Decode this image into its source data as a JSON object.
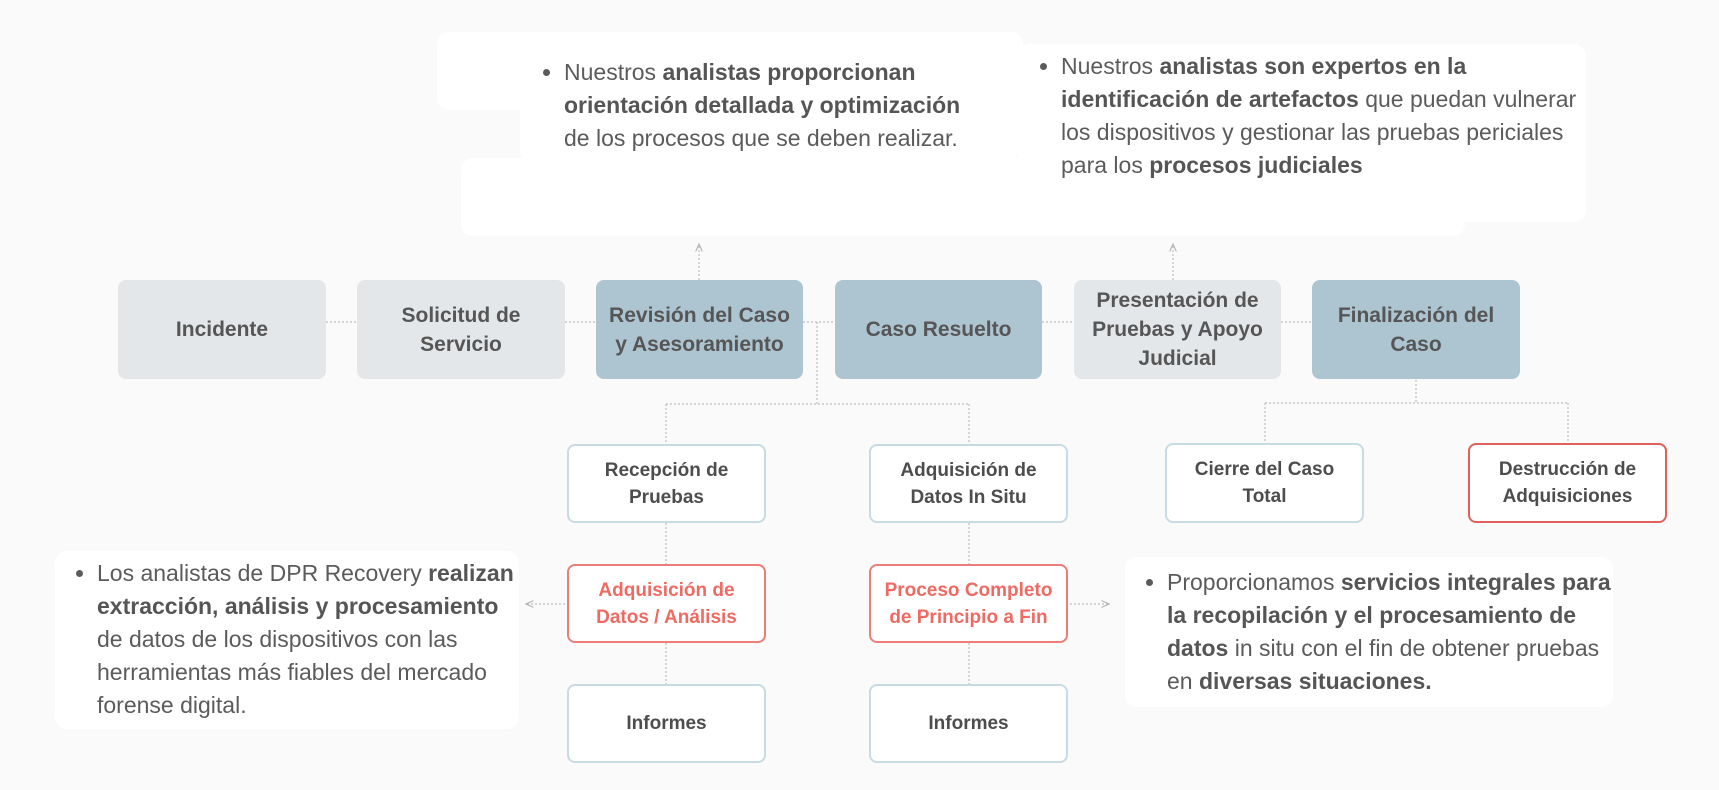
{
  "steps": [
    {
      "label": "Incidente",
      "style": "grey"
    },
    {
      "label": "Solicitud de Servicio",
      "style": "grey"
    },
    {
      "label": "Revisión del Caso y Asesoramiento",
      "style": "blue"
    },
    {
      "label": "Caso Resuelto",
      "style": "blue"
    },
    {
      "label": "Presentación de Pruebas y Apoyo Judicial",
      "style": "grey"
    },
    {
      "label": "Finalización del Caso",
      "style": "blue"
    }
  ],
  "sub_nodes": {
    "recepcion": "Recepción de Pruebas",
    "adquisicion_analisis": "Adquisición de Datos / Análisis",
    "informes_1": "Informes",
    "adquisicion_in_situ": "Adquisición de Datos In Situ",
    "proceso_completo": "Proceso Completo de Principio a Fin",
    "informes_2": "Informes",
    "cierre": "Cierre del Caso Total",
    "destruccion": "Destrucción de Adquisiciones"
  },
  "notes": {
    "top_left": {
      "t1": "Nuestros ",
      "b1": "analistas proporcionan orientación detallada y optimización",
      "t2": " de los procesos que se deben realizar."
    },
    "top_right": {
      "t1": "Nuestros ",
      "b1": "analistas son expertos en la identificación de artefactos",
      "t2": " que puedan vulnerar los dispositivos y gestionar las pruebas periciales para los ",
      "b2": "procesos judiciales"
    },
    "bottom_left": {
      "t1": "Los analistas de DPR Recovery ",
      "b1": "realizan extracción, análisis y procesamiento",
      "t2": " de datos de los dispositivos con las herramientas más fiables del mercado forense digital."
    },
    "bottom_right": {
      "t1": "Proporcionamos ",
      "b1": "servicios integrales para la recopilación y el procesamiento de datos",
      "t2": " in situ con el fin de obtener pruebas en ",
      "b2": "diversas situaciones."
    }
  },
  "colors": {
    "grey_box": "#e4e7ea",
    "blue_box": "#adc4d1",
    "sub_border": "#c6dbe4",
    "highlight_red": "#ee6a63",
    "connector": "#b5b5b5"
  }
}
